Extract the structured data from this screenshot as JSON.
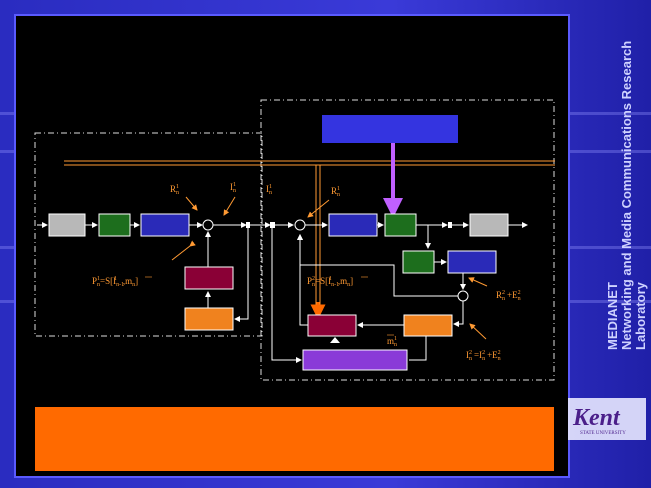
{
  "side_title": {
    "line1": "MEDIANET",
    "line2": "Networking and Media Communications Research Laboratory"
  },
  "logo": {
    "name": "Kent",
    "sub": "STATE UNIVERSITY"
  },
  "labels": {
    "r1": "R",
    "r1_sub": "n",
    "r1_sup": "1",
    "i1": "I",
    "i1_sub": "n",
    "i1_sup": "1",
    "i1b": "I",
    "i1b_sub": "n",
    "i1b_sup": "1",
    "r2": "R",
    "r2_sub": "n",
    "r2_sup": "1",
    "p1": "P",
    "p1_sub": "n",
    "p1_sup": "1",
    "p1_eq": "=S[I",
    "p1_isub": "n-1",
    "p1_isup": "1",
    "p1_m": ",m",
    "p1_msub": "n",
    "p1_close": "]",
    "p2": "P",
    "p2_sub": "n",
    "p2_sup": "2",
    "p2_eq": "=S[I",
    "p2_isub": "n-1",
    "p2_isup": "1",
    "p2_m": ",m",
    "p2_msub": "n",
    "p2_close": "]",
    "re": "R",
    "re_sub": "n",
    "re_sup": "2",
    "re_plus": "+E",
    "re_esub": "n",
    "re_esup": "2",
    "ie": "I",
    "ie_sub": "n",
    "ie_sup": "2",
    "ie_eq": "=I",
    "ie_isub": "n",
    "ie_isup": "2",
    "ie_plus": "+E",
    "ie_esub": "n",
    "ie_esup": "2",
    "m": "m",
    "m_sub": "n",
    "m_sup": "1"
  },
  "colors": {
    "label": "#ff9a33",
    "orange": "#ff6a00",
    "arrow": "#c060ff",
    "green": "#1d6e1d",
    "blue": "#2a2ab8",
    "gray": "#b8b8b8",
    "maroon": "#8a0036",
    "orangeBox": "#f0821e",
    "purpleBox": "#8a3ad8",
    "topBox": "#3434e0"
  }
}
